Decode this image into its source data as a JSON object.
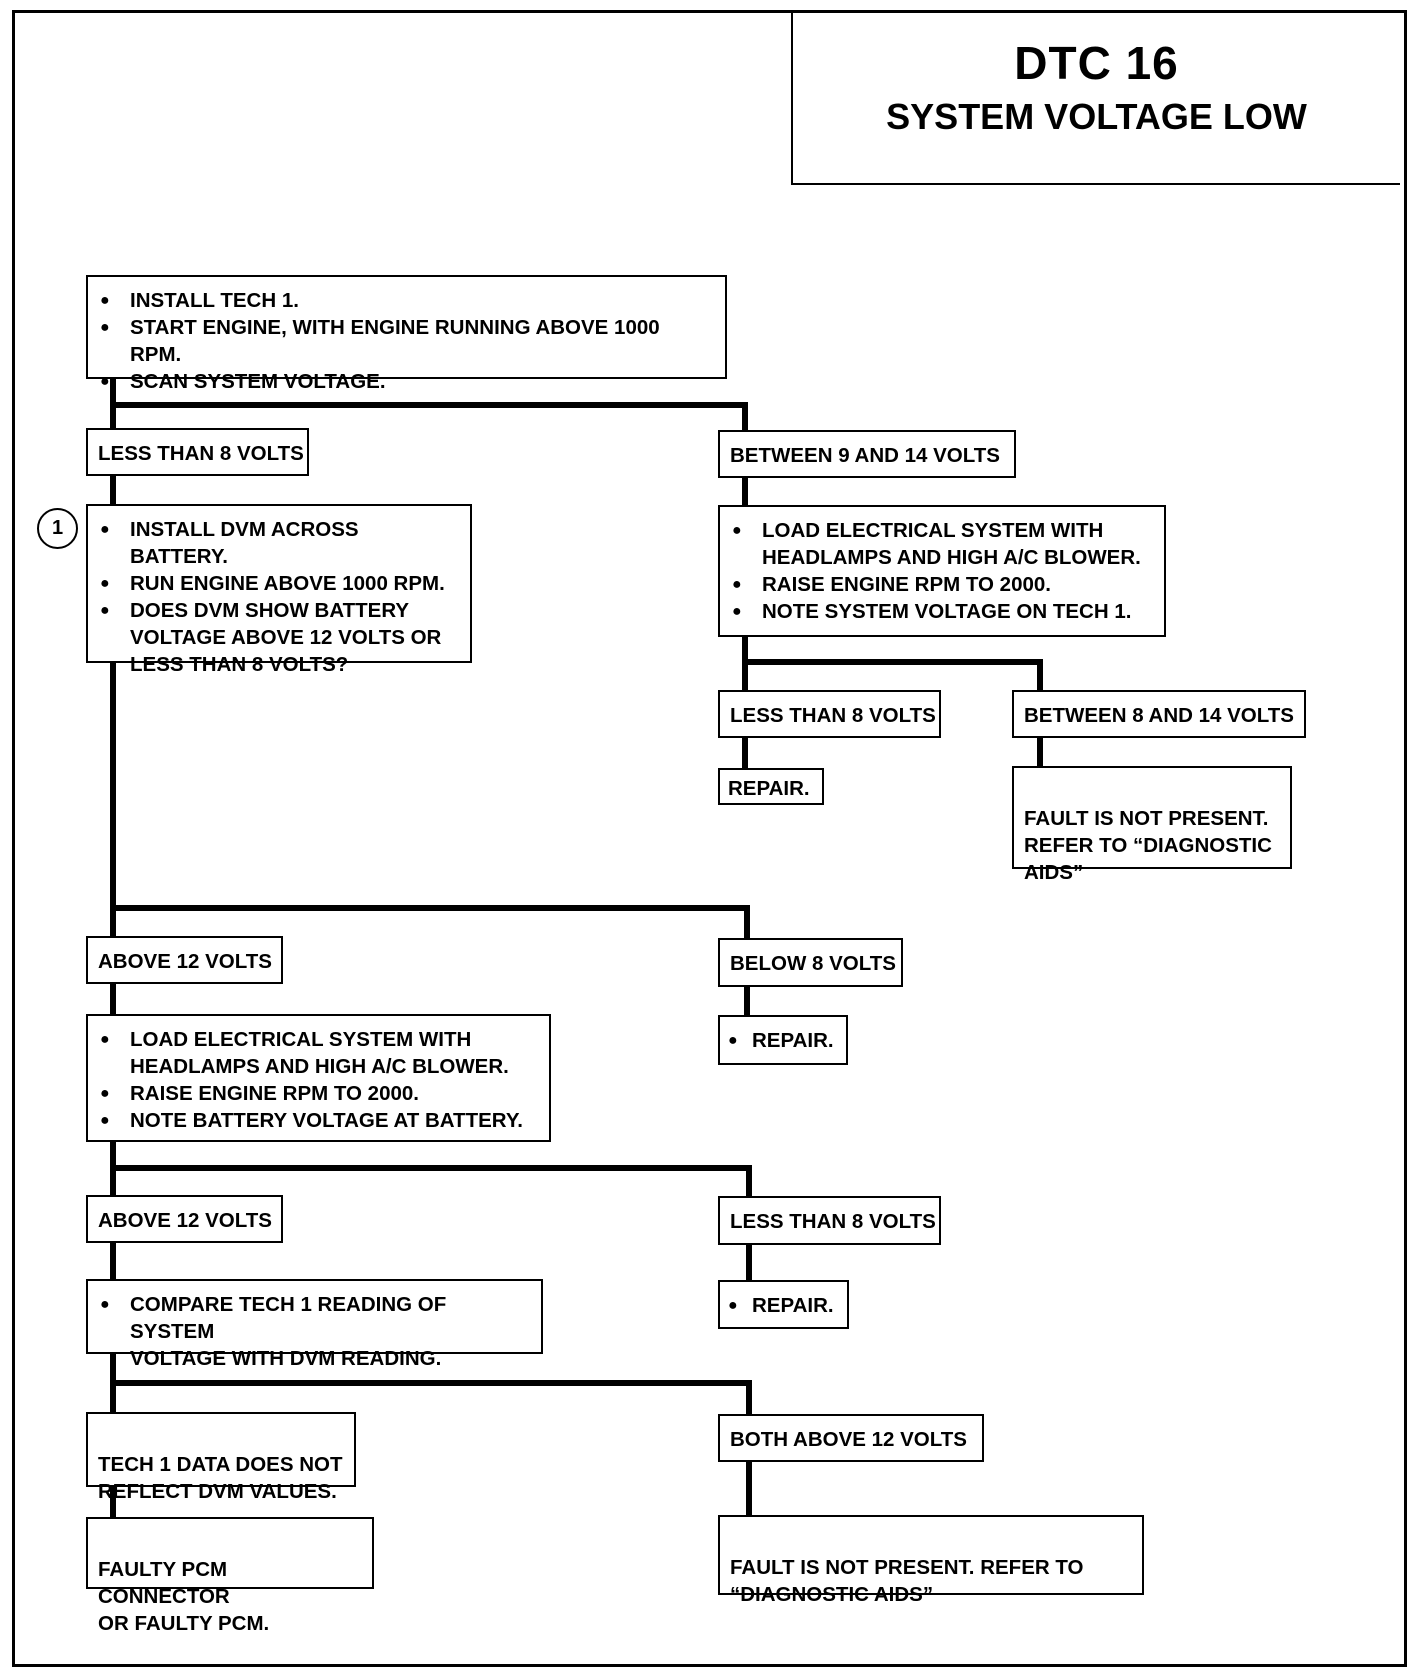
{
  "title": {
    "code": "DTC 16",
    "name": "SYSTEM VOLTAGE LOW"
  },
  "step_marker": "1",
  "boxes": {
    "start": [
      "INSTALL TECH 1.",
      "START ENGINE, WITH ENGINE RUNNING ABOVE 1000 RPM.",
      "SCAN SYSTEM VOLTAGE."
    ],
    "less_than_8_a": "LESS THAN 8 VOLTS",
    "between_9_14": "BETWEEN 9 AND 14 VOLTS",
    "install_dvm": [
      "INSTALL DVM ACROSS BATTERY.",
      "RUN ENGINE ABOVE 1000 RPM.",
      "DOES DVM SHOW BATTERY\nVOLTAGE ABOVE 12 VOLTS OR\nLESS THAN 8 VOLTS?"
    ],
    "load_system_a": [
      "LOAD ELECTRICAL SYSTEM WITH\nHEADLAMPS AND HIGH A/C BLOWER.",
      "RAISE ENGINE RPM TO 2000.",
      "NOTE SYSTEM VOLTAGE ON TECH 1."
    ],
    "less_than_8_b": "LESS THAN 8 VOLTS",
    "between_8_14": "BETWEEN 8 AND 14 VOLTS",
    "repair_a": "REPAIR.",
    "fault_not_present_a": "FAULT IS NOT PRESENT.\nREFER TO “DIAGNOSTIC\nAIDS”",
    "above_12_a": "ABOVE 12 VOLTS",
    "below_8": "BELOW 8 VOLTS",
    "repair_b": "REPAIR.",
    "load_system_b": [
      "LOAD ELECTRICAL SYSTEM WITH\nHEADLAMPS AND HIGH A/C BLOWER.",
      "RAISE ENGINE RPM TO 2000.",
      "NOTE BATTERY VOLTAGE AT  BATTERY."
    ],
    "above_12_b": "ABOVE 12 VOLTS",
    "less_than_8_c": "LESS THAN 8 VOLTS",
    "compare": [
      "COMPARE TECH 1 READING OF SYSTEM\nVOLTAGE WITH DVM READING."
    ],
    "repair_c": "REPAIR.",
    "tech1_not_reflect": "TECH 1 DATA DOES NOT\nREFLECT DVM VALUES.",
    "both_above_12": "BOTH ABOVE 12  VOLTS",
    "faulty_pcm": "FAULTY PCM CONNECTOR\nOR FAULTY PCM.",
    "fault_not_present_b": "FAULT IS NOT PRESENT.  REFER TO\n“DIAGNOSTIC AIDS”"
  }
}
